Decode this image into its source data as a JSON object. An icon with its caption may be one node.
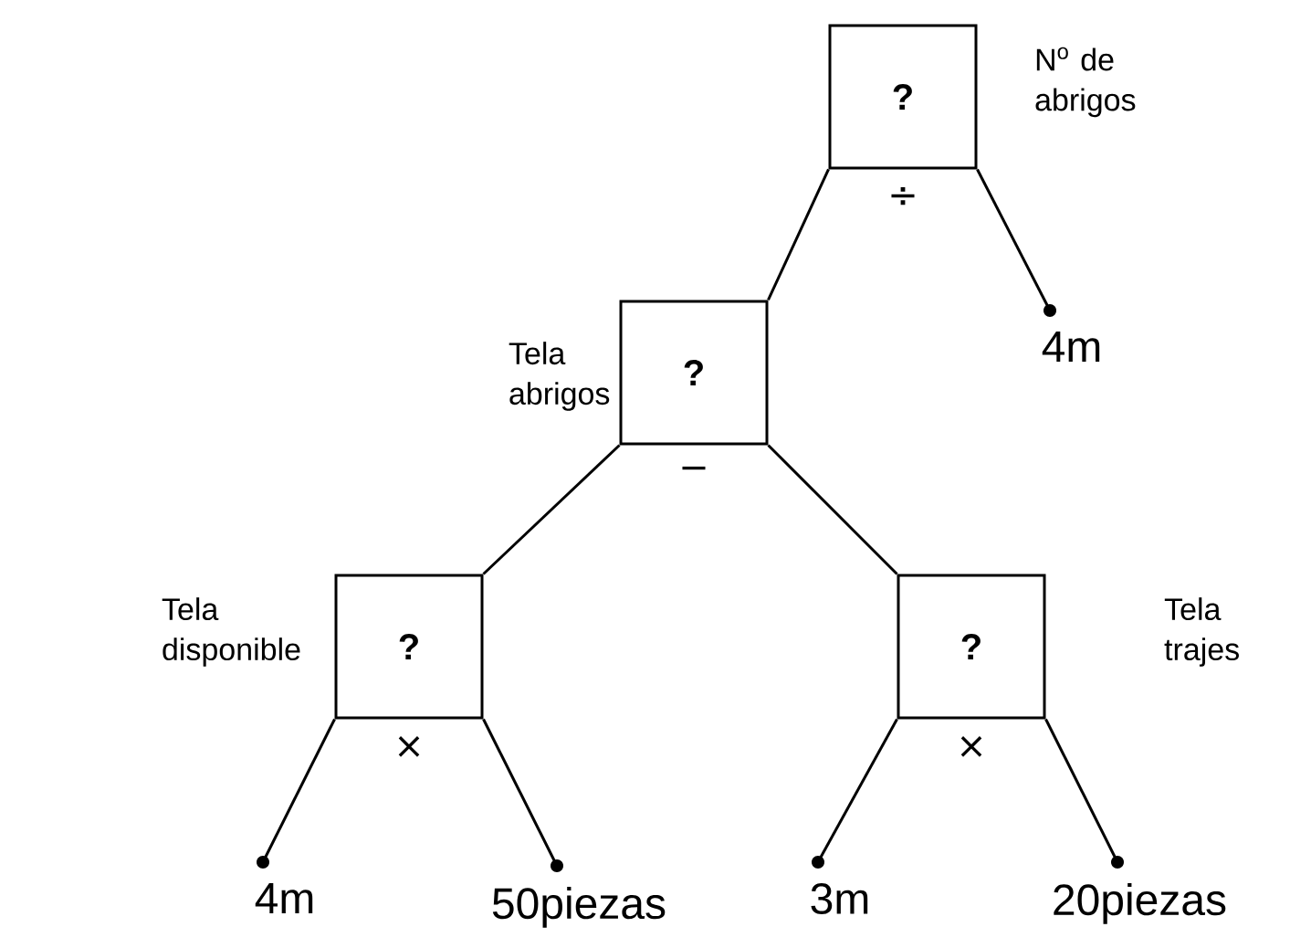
{
  "diagram": {
    "nodes": [
      {
        "text": [
          "?"
        ],
        "beside": [
          "N$^{o}$ de abrigos",
          "÷"
        ]
      },
      {
        "text": [
          "?"
        ],
        "beside": [
          "Tela abrigos",
          "−"
        ]
      },
      {
        "text": [],
        "shape": "circle",
        "beside": [
          "4m"
        ]
      },
      {
        "text": [
          "?"
        ],
        "beside": [
          "Tela disponible",
          "×"
        ]
      },
      {
        "text": [
          "?"
        ],
        "beside": [
          "Tela trajes",
          "×"
        ]
      },
      {
        "text": [],
        "shape": "circle",
        "beside": [
          "4m"
        ]
      },
      {
        "text": [],
        "shape": "circle",
        "beside": [
          "50piezas"
        ]
      },
      {
        "text": [],
        "shape": "circle",
        "beside": [
          "3m"
        ]
      },
      {
        "text": [],
        "shape": "circle",
        "beside": [
          "20piezas"
        ]
      }
    ],
    "edges": [
      {
        "from": 0,
        "to": 1,
        "arrow": "none"
      },
      {
        "from": 0,
        "to": 2,
        "arrow": "none"
      },
      {
        "from": 1,
        "to": 3,
        "arrow": "none"
      },
      {
        "from": 1,
        "to": 4,
        "arrow": "none"
      },
      {
        "from": 3,
        "to": 5,
        "arrow": "none"
      },
      {
        "from": 3,
        "to": 6,
        "arrow": "none"
      },
      {
        "from": 4,
        "to": 7,
        "arrow": "none"
      },
      {
        "from": 4,
        "to": 8,
        "arrow": "none"
      }
    ]
  }
}
